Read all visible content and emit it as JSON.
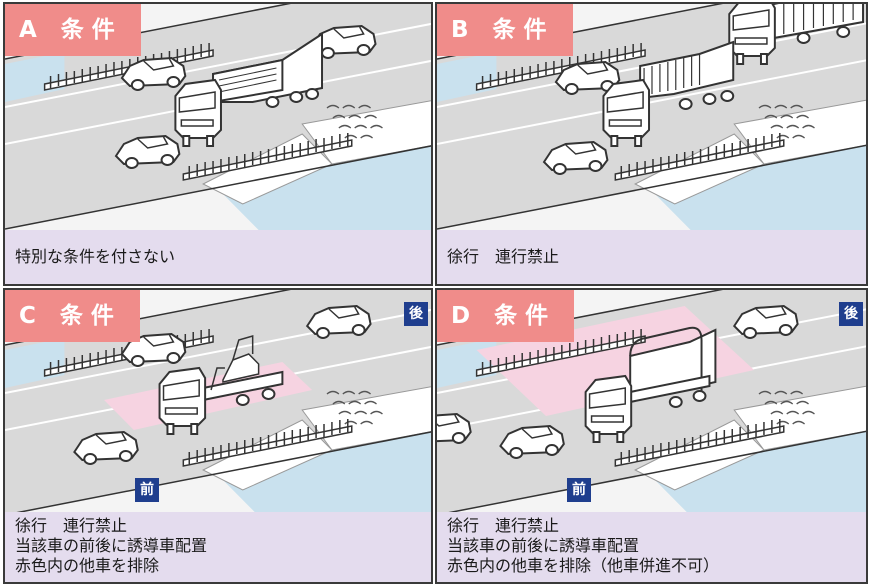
{
  "panels": [
    {
      "id": "a",
      "label": "A 条件",
      "lines": [
        "特別な条件を付さない"
      ]
    },
    {
      "id": "b",
      "label": "B 条件",
      "lines": [
        "徐行　連行禁止"
      ]
    },
    {
      "id": "c",
      "label": "C 条件",
      "rear": "後",
      "front": "前",
      "lines": [
        "徐行　連行禁止",
        "当該車の前後に誘導車配置",
        "赤色内の他車を排除"
      ]
    },
    {
      "id": "d",
      "label": "D 条件",
      "rear": "後",
      "front": "前",
      "lines": [
        "徐行　連行禁止",
        "当該車の前後に誘導車配置",
        "赤色内の他車を排除（他車併進不可）"
      ]
    }
  ],
  "colors": {
    "road": "#d9d9d9",
    "water": "#c9e1ee",
    "restricted": "#f6d3e1",
    "tag": "#f08c8a",
    "badge": "#1f3e8e",
    "caption": "#e4dcee"
  }
}
